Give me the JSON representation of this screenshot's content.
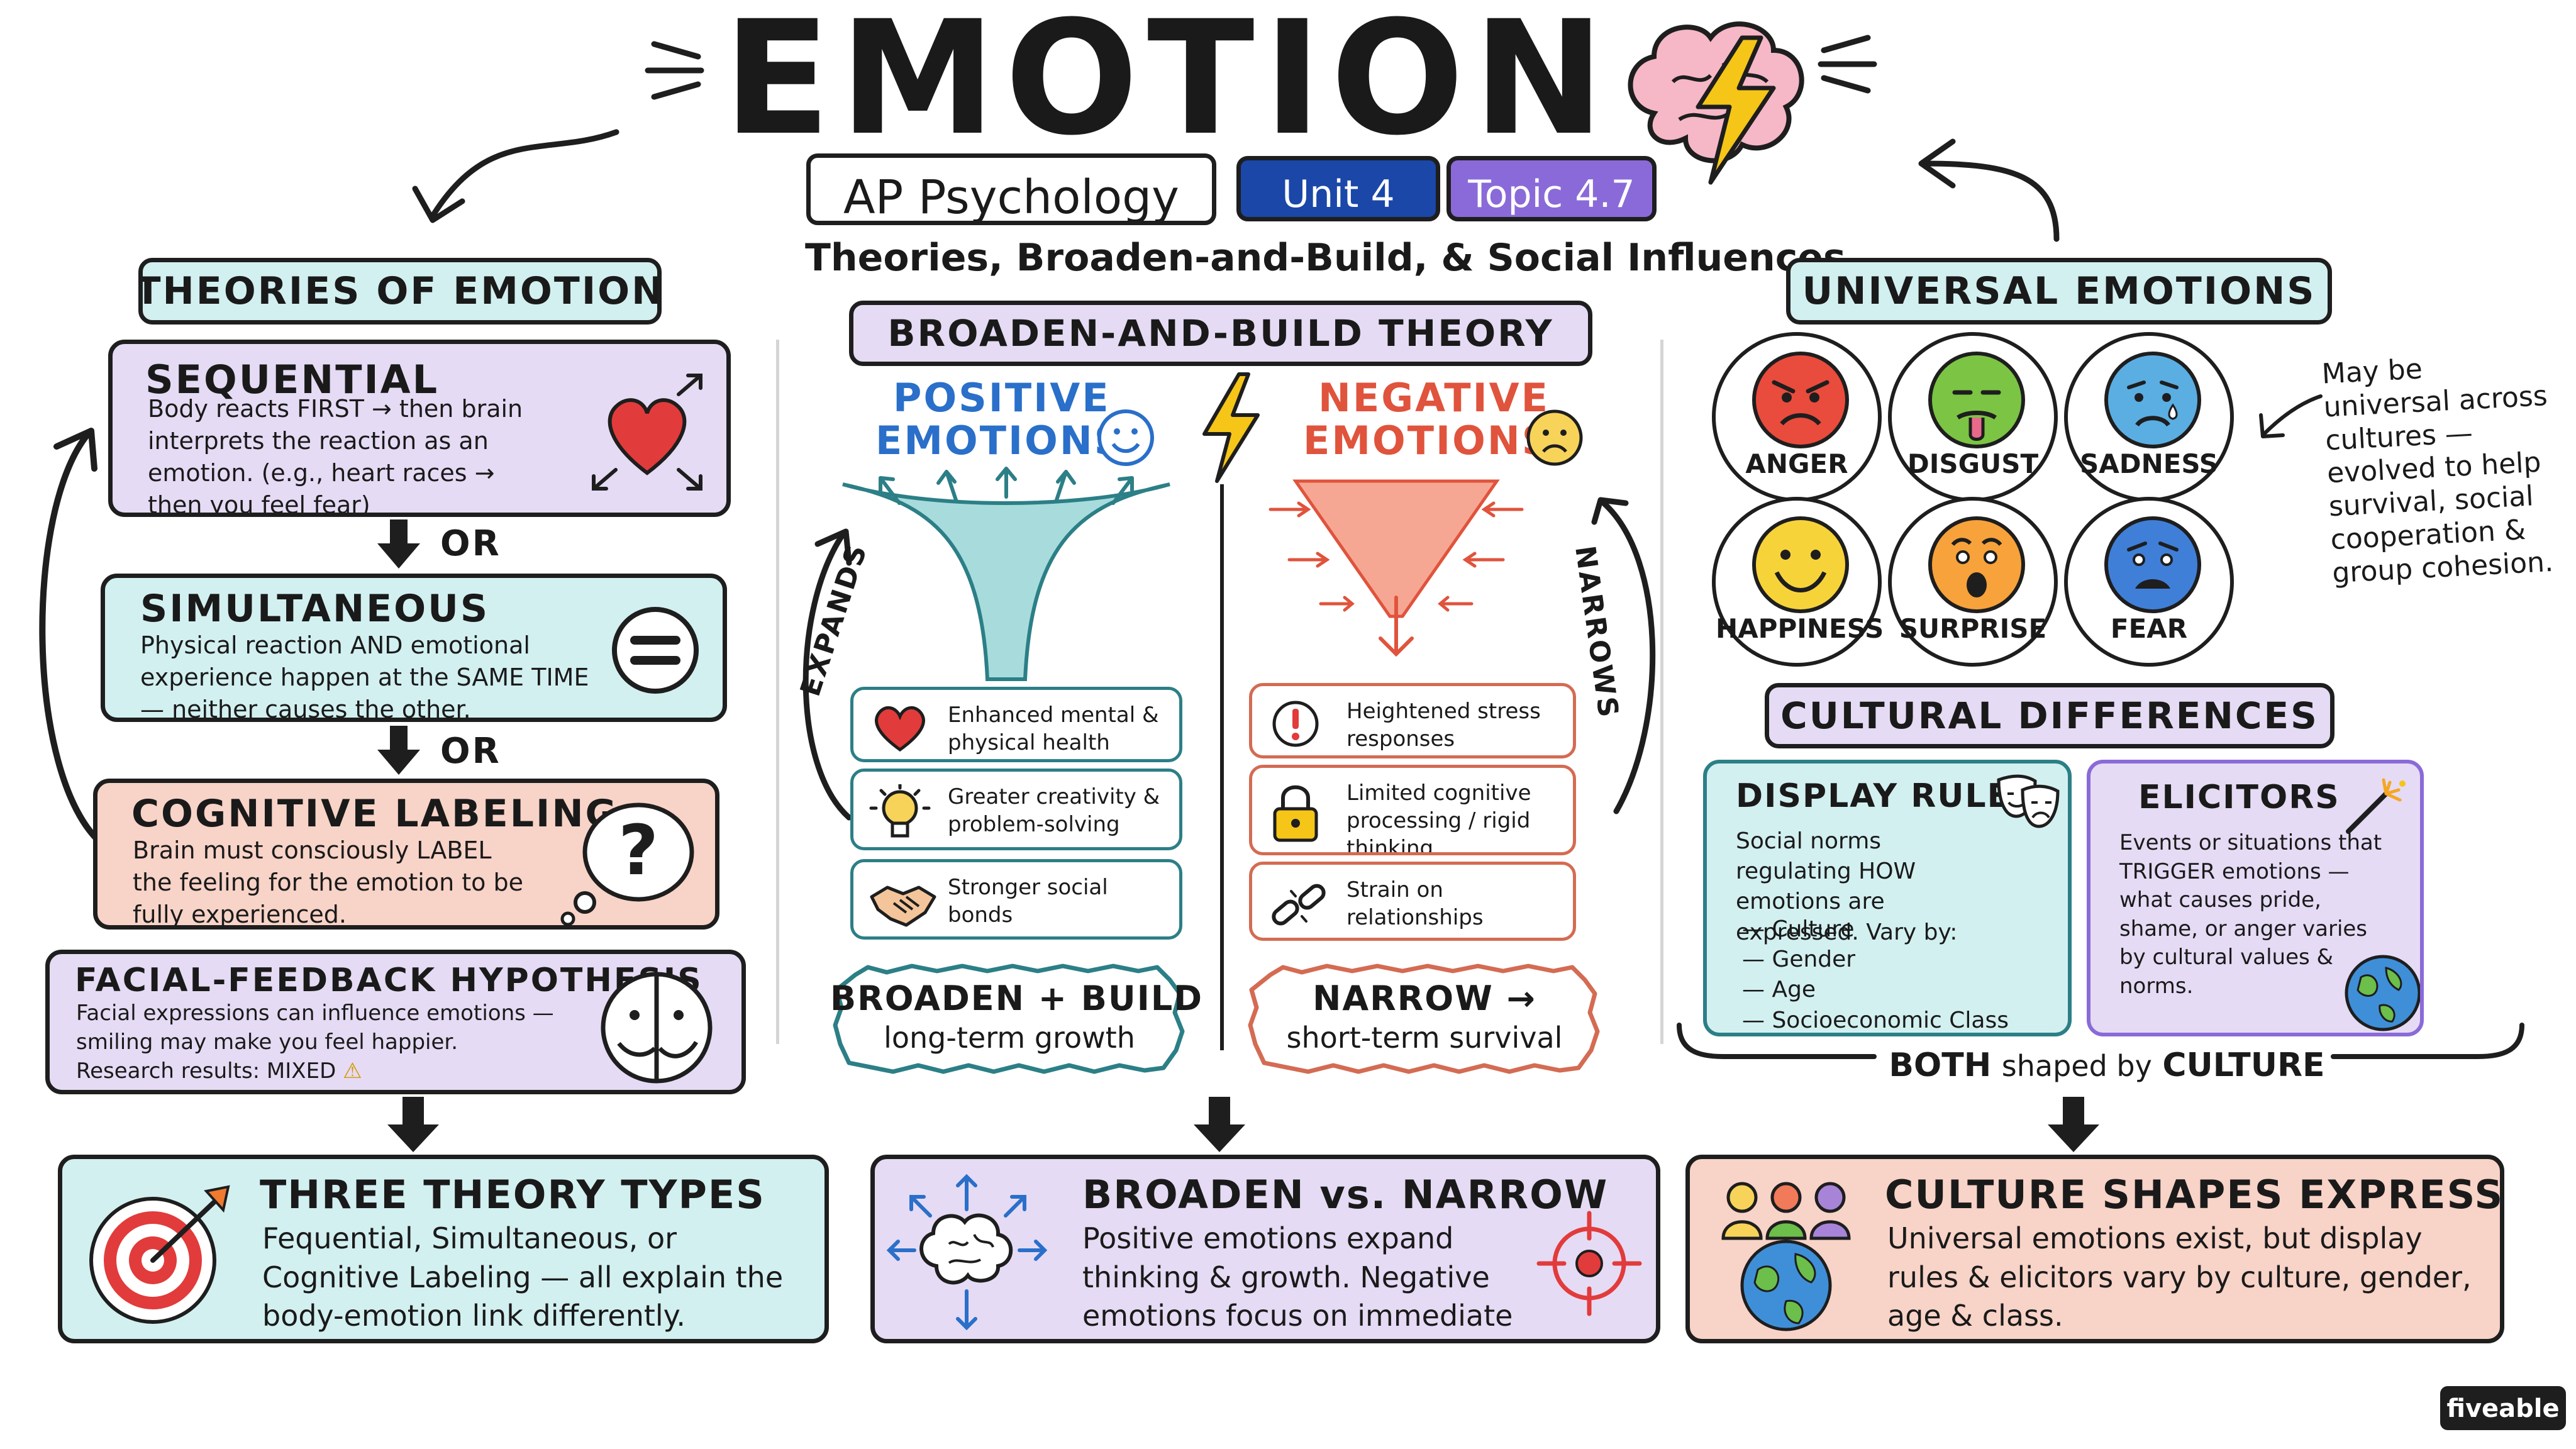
{
  "header": {
    "title": "EMOTION",
    "badge_course": "AP Psychology",
    "badge_unit": "Unit 4",
    "badge_topic": "Topic 4.7",
    "subtitle": "Theories, Broaden-and-Build, & Social Influences"
  },
  "theories": {
    "heading": "THEORIES OF EMOTION",
    "sequential": {
      "title": "SEQUENTIAL",
      "body": "Body reacts FIRST → then brain interprets the reaction as an emotion. (e.g., heart races → then you feel fear)"
    },
    "or1": "OR",
    "simultaneous": {
      "title": "SIMULTANEOUS",
      "body": "Physical reaction AND emotional experience happen at the SAME TIME — neither causes the other."
    },
    "or2": "OR",
    "cognitive": {
      "title": "COGNITIVE LABELING",
      "body": "Brain must consciously LABEL the feeling for the emotion to be fully experienced."
    },
    "facial": {
      "title": "FACIAL-FEEDBACK HYPOTHESIS",
      "body": "Facial expressions can influence emotions — smiling may make you feel happier.",
      "research": "Research results: MIXED"
    }
  },
  "broaden": {
    "heading": "BROADEN-AND-BUILD THEORY",
    "positive_title_1": "POSITIVE",
    "positive_title_2": "EMOTIONS",
    "negative_title_1": "NEGATIVE",
    "negative_title_2": "EMOTIONS",
    "expands": "EXPANDS",
    "narrows": "NARROWS",
    "positive_items": [
      "Enhanced mental & physical health",
      "Greater creativity & problem-solving",
      "Stronger social bonds"
    ],
    "negative_items": [
      "Heightened stress responses",
      "Limited cognitive processing / rigid thinking",
      "Strain on relationships"
    ],
    "positive_banner_1": "BROADEN + BUILD",
    "positive_banner_2": "long-term growth",
    "negative_banner_1": "NARROW →",
    "negative_banner_2": "short-term survival"
  },
  "universal": {
    "heading": "UNIVERSAL EMOTIONS",
    "faces": [
      "ANGER",
      "DISGUST",
      "SADNESS",
      "HAPPINESS",
      "SURPRISE",
      "FEAR"
    ],
    "note": "May be universal across cultures — evolved to help survival, social cooperation & group cohesion."
  },
  "cultural": {
    "heading": "CULTURAL DIFFERENCES",
    "display_rules": {
      "title": "DISPLAY RULES",
      "body": "Social norms regulating HOW emotions are expressed. Vary by:",
      "bullets": [
        "— Culture",
        "— Gender",
        "— Age",
        "— Socioeconomic Class"
      ]
    },
    "elicitors": {
      "title": "ELICITORS",
      "body": "Events or situations that TRIGGER emotions — what causes pride, shame, or anger varies by cultural values & norms."
    },
    "both_1": "BOTH",
    "both_2": "shaped by",
    "both_3": "CULTURE"
  },
  "summary": {
    "three": {
      "title": "THREE THEORY TYPES",
      "body": "Fequential, Simultaneous, or Cognitive Labeling — all explain the body-emotion link differently."
    },
    "broaden": {
      "title": "BROADEN vs. NARROW",
      "body": "Positive emotions expand thinking & growth. Negative emotions focus on immediate threats."
    },
    "culture": {
      "title": "CULTURE SHAPES EXPRESSION",
      "body": "Universal emotions exist, but display rules & elicitors vary by culture, gender, age & class."
    }
  },
  "brand": "fiveable",
  "colors": {
    "teal": "#d3f0f1",
    "purple": "#e5dbf4",
    "salmon": "#f8d3c7",
    "unit_blue": "#1a47a8",
    "topic_purple": "#8a6ad8",
    "positive_blue": "#2a6fc9",
    "negative_red": "#e0533c"
  }
}
